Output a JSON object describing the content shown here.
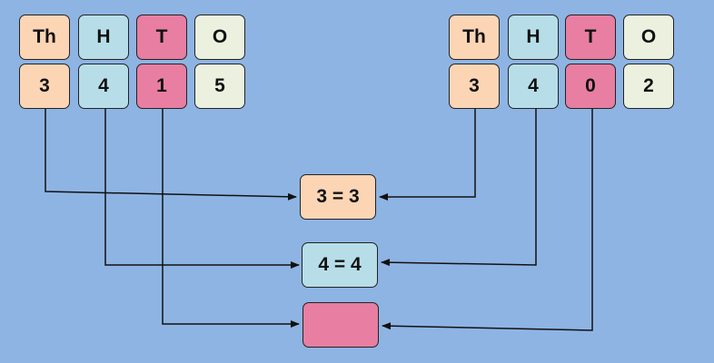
{
  "colors": {
    "background": "#8eb4e3",
    "thousands": "#fcd5b5",
    "hundreds": "#b7dee8",
    "tens": "#e87ea1",
    "ones": "#ebf1de"
  },
  "left_number": {
    "headers": [
      "Th",
      "H",
      "T",
      "O"
    ],
    "digits": [
      "3",
      "4",
      "1",
      "5"
    ]
  },
  "right_number": {
    "headers": [
      "Th",
      "H",
      "T",
      "O"
    ],
    "digits": [
      "3",
      "4",
      "0",
      "2"
    ]
  },
  "comparisons": {
    "thousands": "3 = 3",
    "hundreds": "4 = 4",
    "tens": ""
  }
}
